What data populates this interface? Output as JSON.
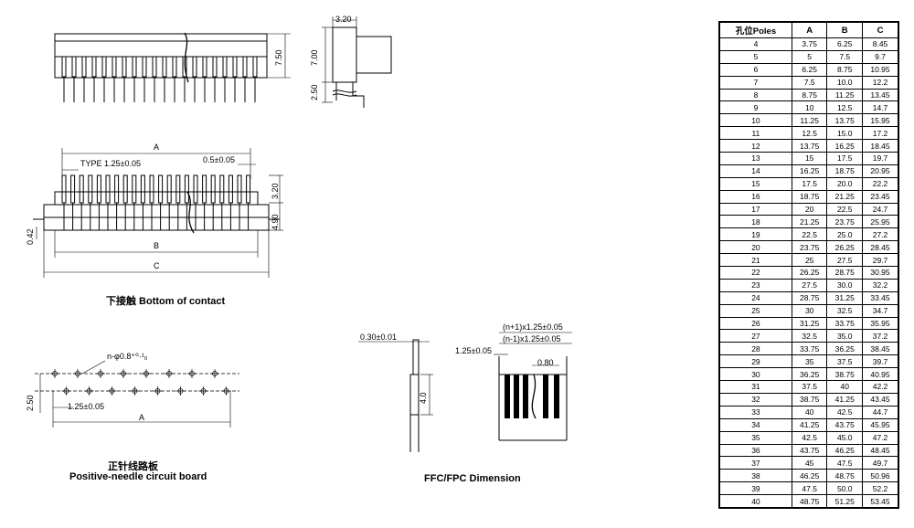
{
  "captions": {
    "bottom_contact": "下接触 Bottom of contact",
    "pcb_cn": "正针线路板",
    "pcb_en": "Positive-needle circuit board",
    "ffc": "FFC/FPC  Dimension"
  },
  "dims": {
    "side_w": "3.20",
    "side_h": "7.00",
    "side_low": "2.50",
    "top_h": "7.50",
    "A": "A",
    "B": "B",
    "C": "C",
    "type_pitch": "TYPE 1.25±0.05",
    "pin_w": "0.5±0.05",
    "h320": "3.20",
    "h490": "4.90",
    "h042": "0.42",
    "hole": "n-φ0.8⁺⁰·¹₀",
    "pcb_250": "2.50",
    "pcb_pitch": "1.25±0.05",
    "pcb_A": "A",
    "ffc_thk": "0.30±0.01",
    "ffc_len": "4.0",
    "ffc_n1": "(n+1)x1.25±0.05",
    "ffc_nm1": "(n-1)x1.25±0.05",
    "ffc_pitch": "1.25±0.05",
    "ffc_080": "0.80"
  },
  "table": {
    "headers": [
      "孔位Poles",
      "A",
      "B",
      "C"
    ],
    "rows": [
      [
        "4",
        "3.75",
        "6.25",
        "8.45"
      ],
      [
        "5",
        "5",
        "7.5",
        "9.7"
      ],
      [
        "6",
        "6.25",
        "8.75",
        "10.95"
      ],
      [
        "7",
        "7.5",
        "10.0",
        "12.2"
      ],
      [
        "8",
        "8.75",
        "11.25",
        "13.45"
      ],
      [
        "9",
        "10",
        "12.5",
        "14.7"
      ],
      [
        "10",
        "11.25",
        "13.75",
        "15.95"
      ],
      [
        "11",
        "12.5",
        "15.0",
        "17.2"
      ],
      [
        "12",
        "13.75",
        "16.25",
        "18.45"
      ],
      [
        "13",
        "15",
        "17.5",
        "19.7"
      ],
      [
        "14",
        "16.25",
        "18.75",
        "20.95"
      ],
      [
        "15",
        "17.5",
        "20.0",
        "22.2"
      ],
      [
        "16",
        "18.75",
        "21.25",
        "23.45"
      ],
      [
        "17",
        "20",
        "22.5",
        "24.7"
      ],
      [
        "18",
        "21.25",
        "23.75",
        "25.95"
      ],
      [
        "19",
        "22.5",
        "25.0",
        "27.2"
      ],
      [
        "20",
        "23.75",
        "26.25",
        "28.45"
      ],
      [
        "21",
        "25",
        "27.5",
        "29.7"
      ],
      [
        "22",
        "26.25",
        "28.75",
        "30.95"
      ],
      [
        "23",
        "27.5",
        "30.0",
        "32.2"
      ],
      [
        "24",
        "28.75",
        "31.25",
        "33.45"
      ],
      [
        "25",
        "30",
        "32.5",
        "34.7"
      ],
      [
        "26",
        "31.25",
        "33.75",
        "35.95"
      ],
      [
        "27",
        "32.5",
        "35.0",
        "37.2"
      ],
      [
        "28",
        "33.75",
        "36.25",
        "38.45"
      ],
      [
        "29",
        "35",
        "37.5",
        "39.7"
      ],
      [
        "30",
        "36.25",
        "38.75",
        "40.95"
      ],
      [
        "31",
        "37.5",
        "40",
        "42.2"
      ],
      [
        "32",
        "38.75",
        "41.25",
        "43.45"
      ],
      [
        "33",
        "40",
        "42.5",
        "44.7"
      ],
      [
        "34",
        "41.25",
        "43.75",
        "45.95"
      ],
      [
        "35",
        "42.5",
        "45.0",
        "47.2"
      ],
      [
        "36",
        "43.75",
        "46.25",
        "48.45"
      ],
      [
        "37",
        "45",
        "47.5",
        "49.7"
      ],
      [
        "38",
        "46.25",
        "48.75",
        "50.96"
      ],
      [
        "39",
        "47.5",
        "50.0",
        "52.2"
      ],
      [
        "40",
        "48.75",
        "51.25",
        "53.45"
      ]
    ]
  }
}
